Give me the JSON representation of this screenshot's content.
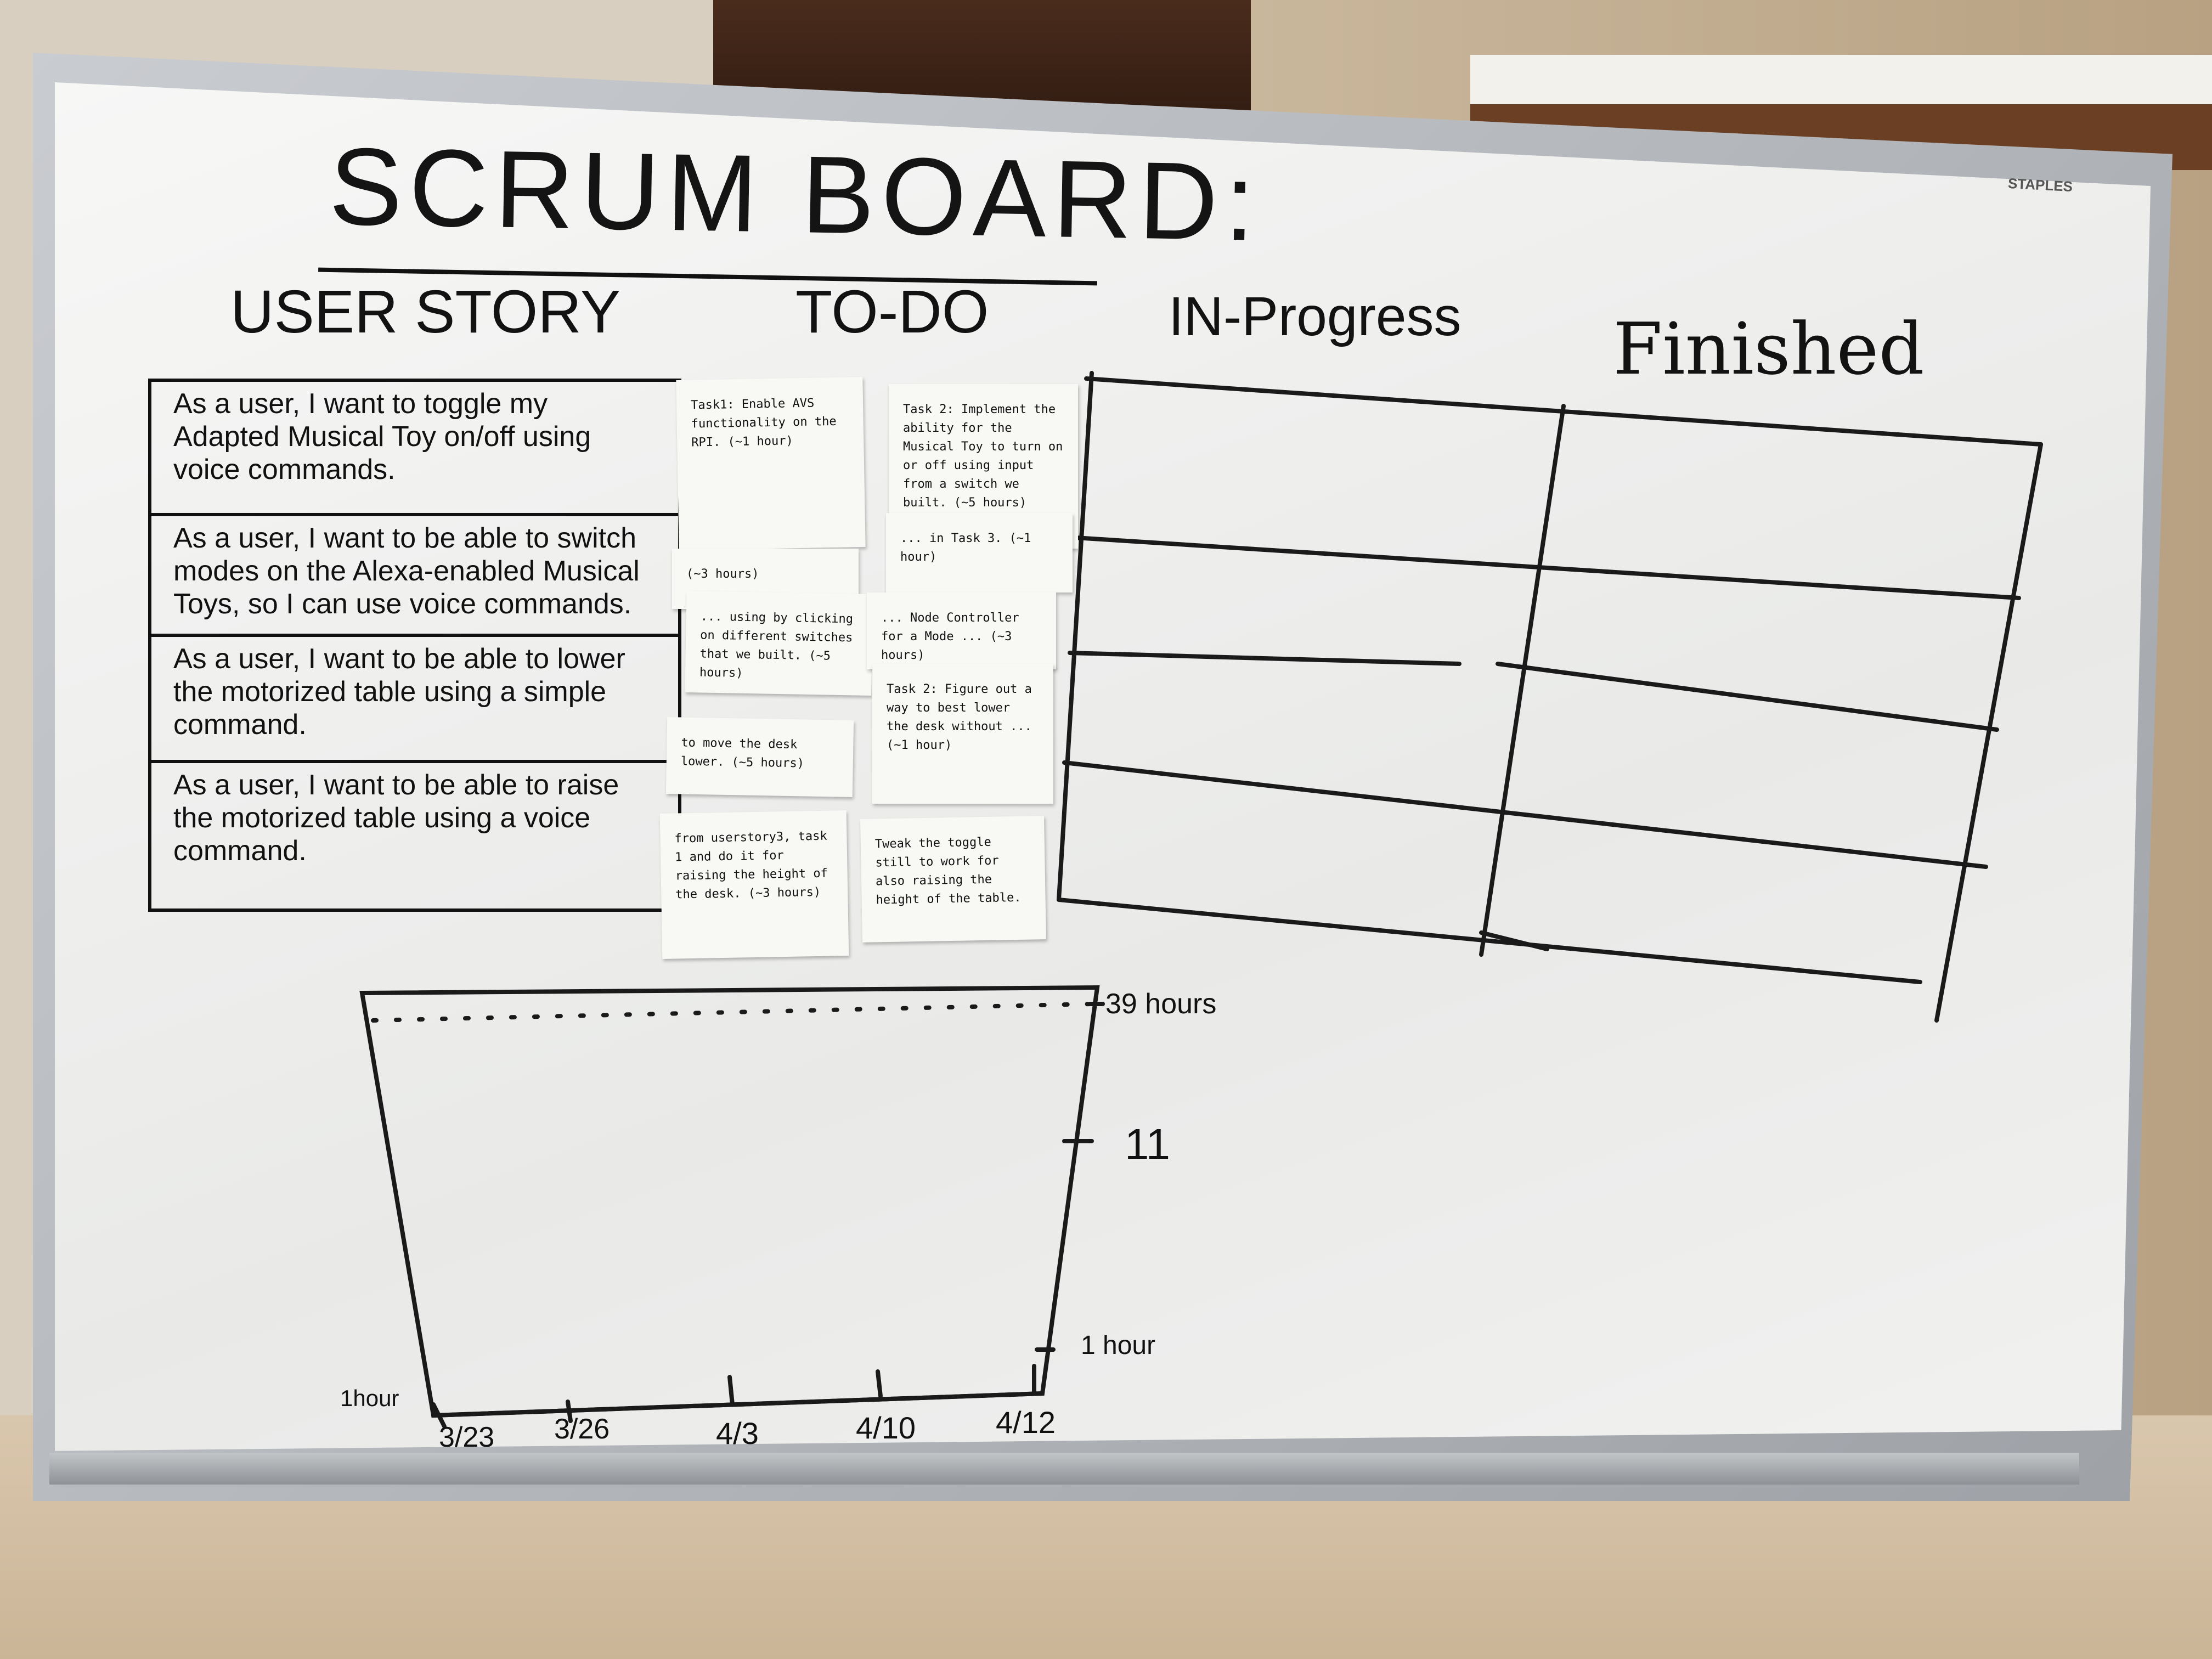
{
  "board": {
    "title": "SCRUM BOARD:",
    "brand": "STAPLES"
  },
  "columns": {
    "user_story": "USER STORY",
    "todo": "TO-DO",
    "in_progress": "IN-Progress",
    "finished": "Finished"
  },
  "user_stories": [
    "As a user, I want to toggle my Adapted Musical Toy on/off using voice commands.",
    "As a user, I want to be able to switch modes on the Alexa-enabled Musical Toys, so I can use voice commands.",
    "As a user, I want to be able to lower the motorized table using a simple command.",
    "As a user, I want to be able to raise the motorized table using a voice command."
  ],
  "todo_notes": {
    "left": [
      "Task1: Enable AVS functionality on the RPI. (~1 hour)",
      "(~3 hours)",
      "... using by clicking on different switches that we built. (~5 hours)",
      "to move the desk lower. (~5 hours)",
      "from userstory3, task 1 and do it for raising the height of the desk. (~3 hours)"
    ],
    "right": [
      "Task 2: Implement the ability for the Musical Toy to turn on or off using input from a switch we built. (~5 hours)",
      "... in Task 3. (~1 hour)",
      "... Node Controller for a Mode ... (~3 hours)",
      "Task 2: Figure out a way to best lower the desk without ... (~1 hour)",
      "Tweak the toggle still to work for also raising the height of the table."
    ]
  },
  "burndown": {
    "y_top_label": "39 hours",
    "y_mid_label": "11",
    "y_low_label": "1 hour",
    "origin_label": "1hour",
    "x_labels": [
      "3/23",
      "3/26",
      "4/3",
      "4/10",
      "4/12"
    ]
  }
}
